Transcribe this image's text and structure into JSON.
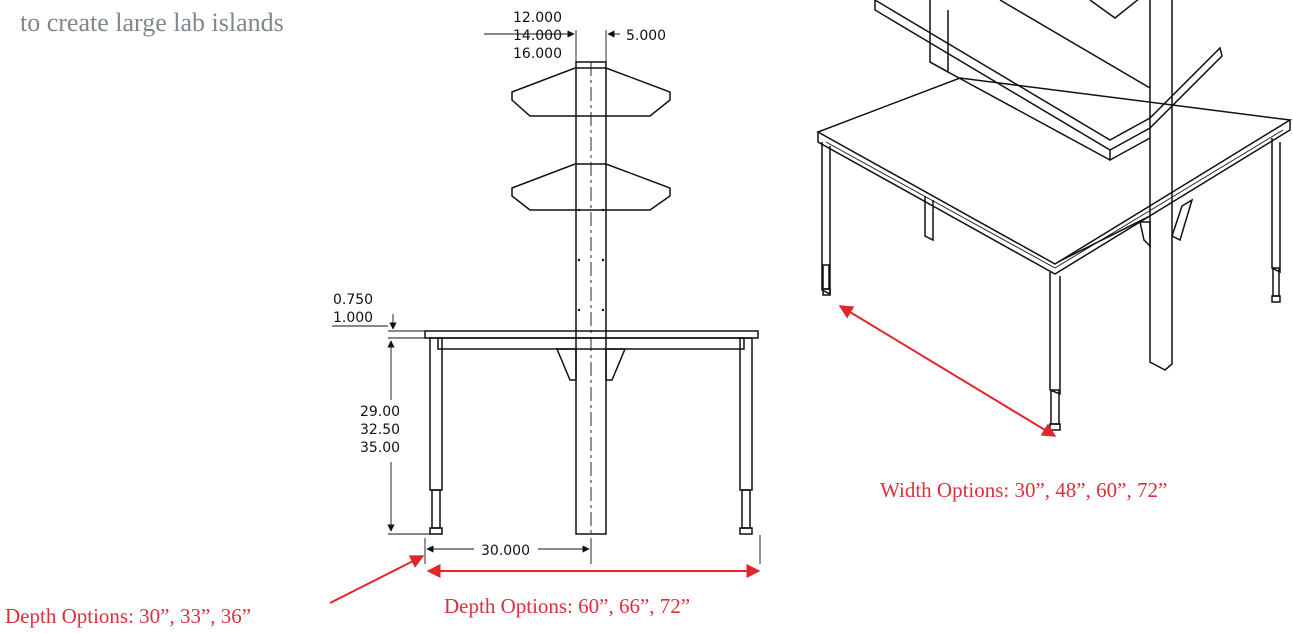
{
  "heading_text": "to create large lab islands",
  "dimensions": {
    "shelf_depth": [
      "12.000",
      "14.000",
      "16.000"
    ],
    "upright_width": "5.000",
    "top_thickness": [
      "0.750",
      "1.000"
    ],
    "work_height": [
      "29.00",
      "32.50",
      "35.00"
    ],
    "half_depth": "30.000"
  },
  "captions": {
    "depth_single": "Depth Options: 30”, 33”, 36”",
    "depth_double": "Depth Options: 60”, 66”, 72”",
    "width": "Width Options: 30”, 48”, 60”, 72”"
  },
  "colors": {
    "accent": "#e0262b",
    "heading": "#7f878c",
    "line": "#111111"
  }
}
